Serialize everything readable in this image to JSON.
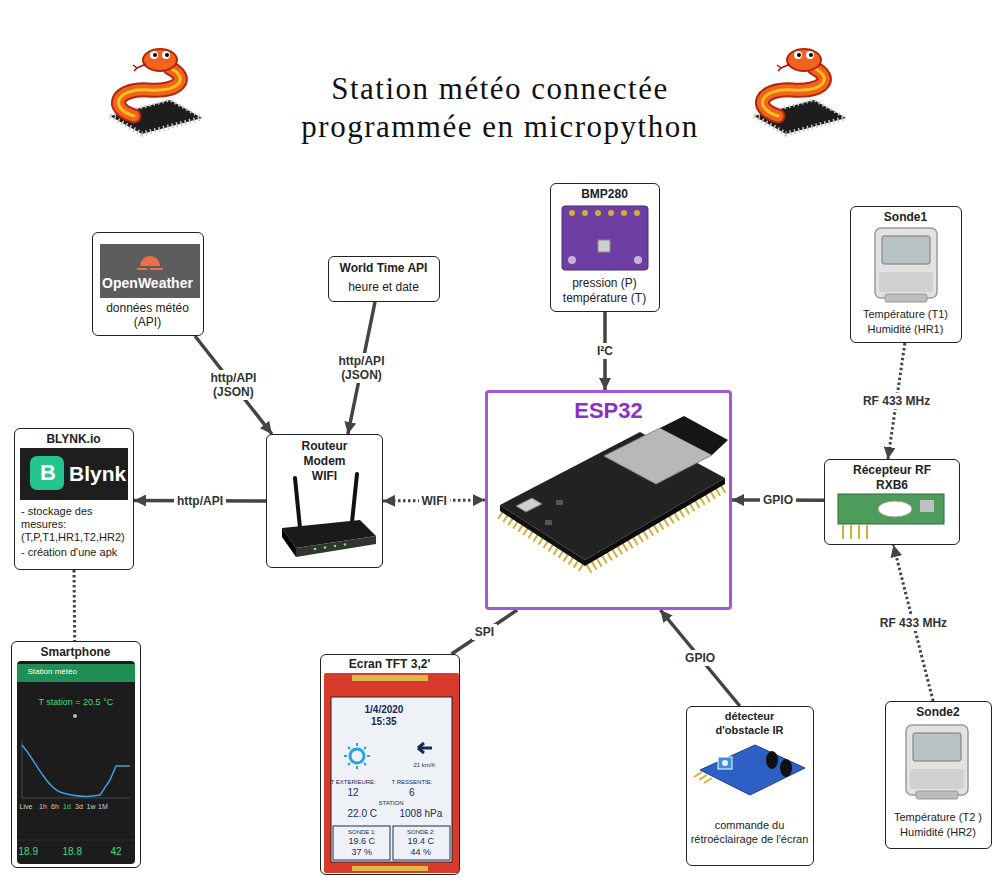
{
  "diagram": {
    "title": "Station météo connectée programmée en micropython",
    "nodes": [
      {
        "text": [
          "OpenWeather",
          "données météo (API)"
        ]
      },
      {
        "text": [
          "World Time API",
          "heure et date"
        ]
      },
      {
        "text": [
          "BMP280",
          "pression (P) température (T)"
        ]
      },
      {
        "text": [
          "Sonde1",
          "Température (T1) Humidité (HR1)"
        ]
      },
      {
        "text": [
          "BLYNK.io",
          "B",
          "Blynk",
          "- stockage des mesures: (T,P,T1,HR1,T2,HR2)",
          "- création d'une apk"
        ]
      },
      {
        "text": [
          "Routeur Modem WIFI"
        ]
      },
      {
        "text": [
          "ESP32"
        ]
      },
      {
        "text": [
          "Récepteur RF RXB6"
        ]
      },
      {
        "text": [
          "Smartphone"
        ]
      },
      {
        "text": [
          "Ecran TFT 3,2'"
        ]
      },
      {
        "text": [
          "détecteur d'obstacle IR",
          "commande du rétroéclairage de l'écran"
        ]
      },
      {
        "text": [
          "Sonde2",
          "Température (T2 ) Humidité (HR2)"
        ]
      }
    ],
    "edges": [
      {
        "from": 0,
        "to": 5,
        "label": "http/API (JSON)",
        "arrow": "to"
      },
      {
        "from": 1,
        "to": 5,
        "label": "http/API (JSON)",
        "arrow": "to"
      },
      {
        "from": 2,
        "to": 6,
        "label": "I²C",
        "arrow": "to"
      },
      {
        "from": 3,
        "to": 7,
        "label": "RF 433 MHz",
        "arrow": "to"
      },
      {
        "from": 5,
        "to": 4,
        "label": "http/API",
        "arrow": "to"
      },
      {
        "from": 5,
        "to": 6,
        "label": "WIFI",
        "arrow": "both"
      },
      {
        "from": 7,
        "to": 6,
        "label": "GPIO",
        "arrow": "to"
      },
      {
        "from": 4,
        "to": 8,
        "arrow": "none"
      },
      {
        "from": 6,
        "to": 9,
        "label": "SPI",
        "arrow": "none"
      },
      {
        "from": 10,
        "to": 6,
        "label": "GPIO",
        "arrow": "to"
      },
      {
        "from": 11,
        "to": 7,
        "label": "RF 433 MHz",
        "arrow": "to"
      }
    ],
    "labels": [
      "Station météo",
      "T station = 20.5 °C",
      "Live",
      "1h",
      "6h",
      "1d",
      "3d",
      "1w",
      "1M",
      "18.9",
      "18.8",
      "42",
      "1/4/2020",
      "15:35",
      "21 km/h",
      "T EXTERIEURE:",
      "12",
      "T RESSENTIE:",
      "6",
      "STATION",
      "22.0 C",
      "1008 hPa",
      "SONDE 1:",
      "19.6 C",
      "37 %",
      "SONDE 2:",
      "19.4 C",
      "44 %"
    ]
  }
}
